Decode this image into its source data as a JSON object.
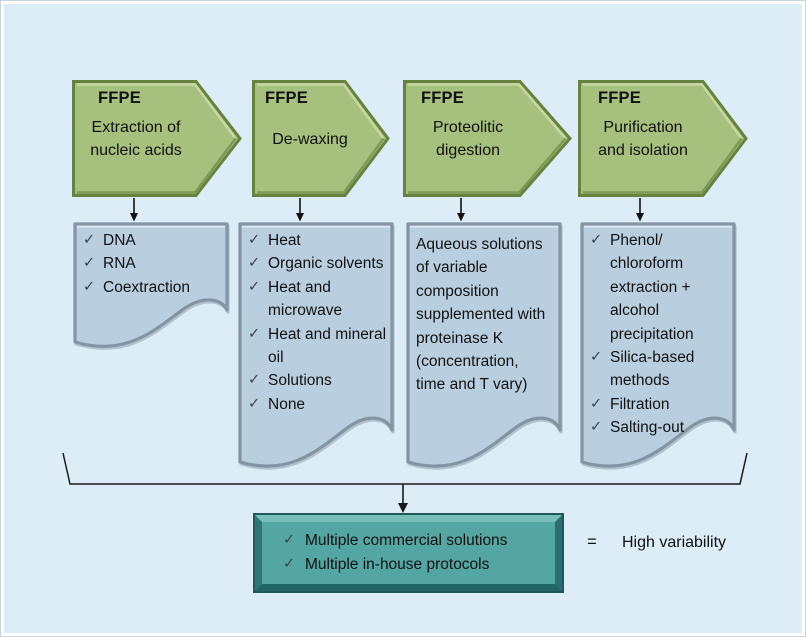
{
  "steps": [
    {
      "tag": "FFPE",
      "lines": [
        "Extraction of",
        "nucleic acids"
      ]
    },
    {
      "tag": "FFPE",
      "lines": [
        "De-waxing"
      ]
    },
    {
      "tag": "FFPE",
      "lines": [
        "Proteolitic",
        "digestion"
      ]
    },
    {
      "tag": "FFPE",
      "lines": [
        "Purification",
        "and isolation"
      ]
    }
  ],
  "details": [
    {
      "items": [
        "DNA",
        "RNA",
        "Coextraction"
      ]
    },
    {
      "items": [
        "Heat",
        "Organic solvents",
        "Heat and microwave",
        "Heat and mineral oil",
        "Solutions",
        "None"
      ]
    },
    {
      "text": "Aqueous solutions of variable composition supplemented with proteinase K (concentration, time and T vary)"
    },
    {
      "items": [
        "Phenol/chloroform extraction + alcohol precipitation",
        "Silica-based methods",
        "Filtration",
        "Salting-out"
      ]
    }
  ],
  "summary": {
    "items": [
      "Multiple commercial solutions",
      "Multiple in-house protocols"
    ],
    "equals_sign": "=",
    "result": "High variability"
  },
  "icons": {
    "check": "✓"
  },
  "colors": {
    "background": "#dcedf8",
    "arrow_green": "#a6c17d",
    "arrow_green_edge": "#67823f",
    "doc_blue": "#b9cfdf",
    "doc_blue_edge": "#8494a3",
    "summary_teal": "#54a6a3",
    "text": "#111111"
  }
}
